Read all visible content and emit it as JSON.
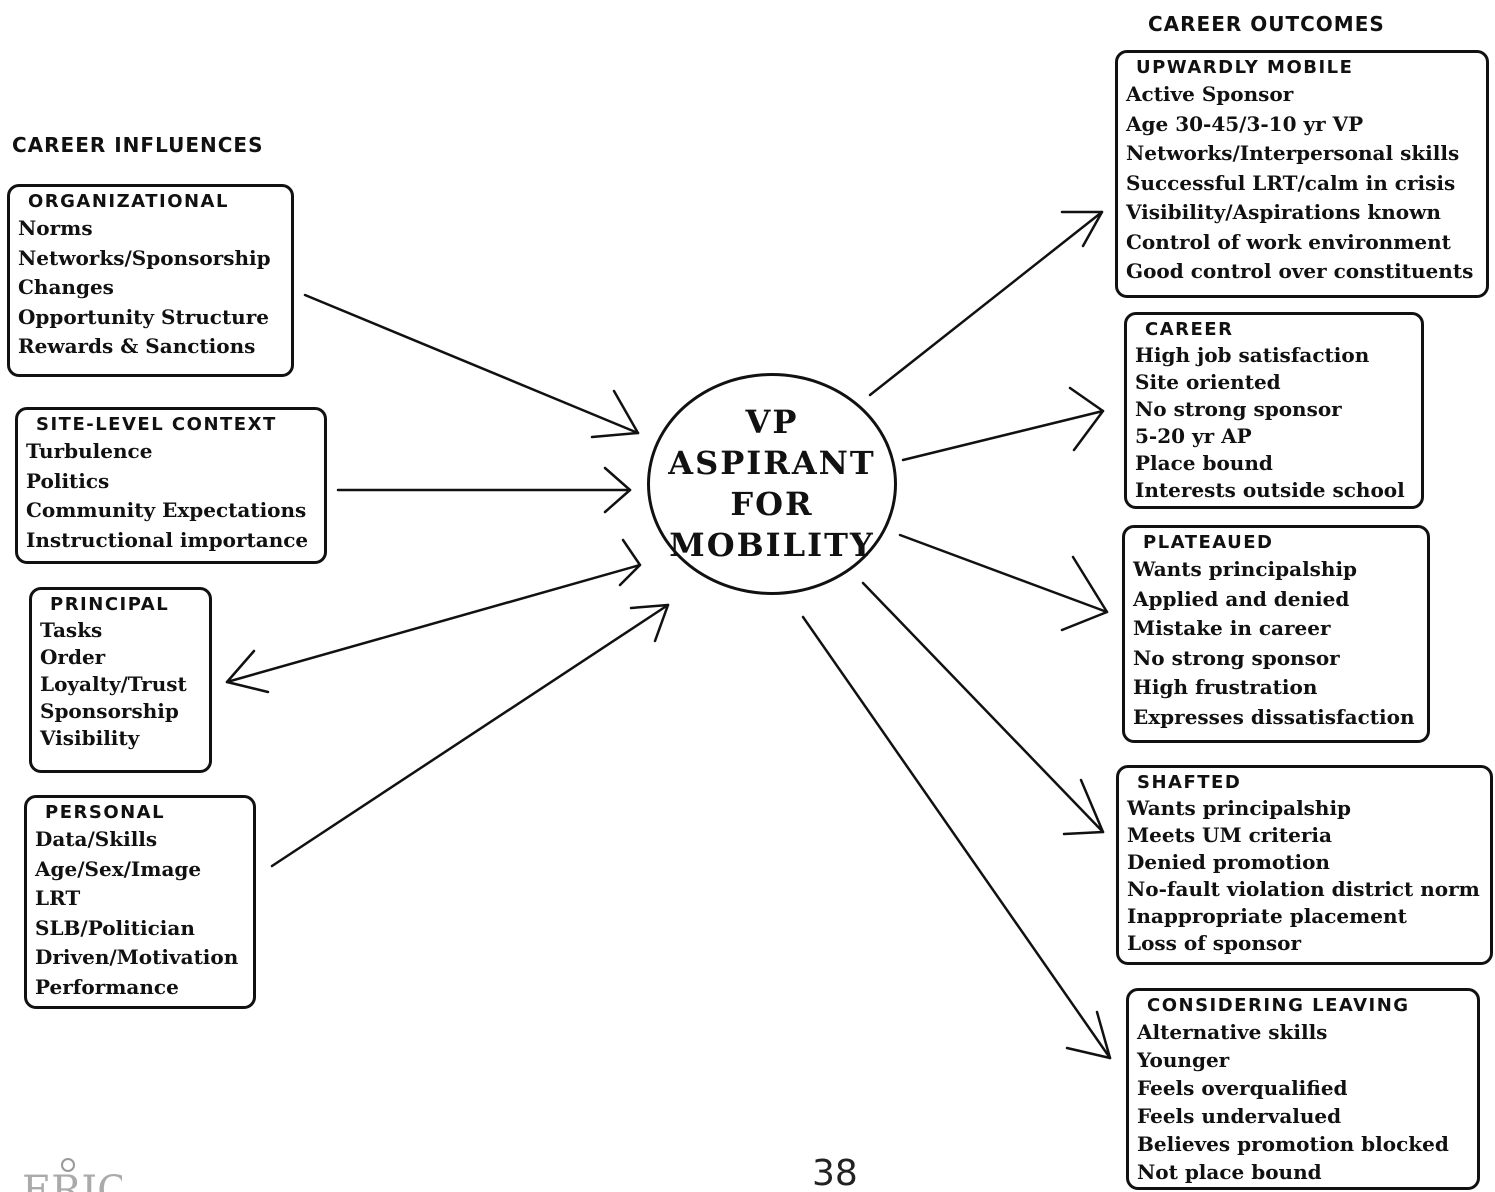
{
  "influences_title": "CAREER INFLUENCES",
  "outcomes_title": "CAREER OUTCOMES",
  "center": {
    "lines": [
      "VP",
      "ASPIRANT",
      "FOR",
      "MOBILITY"
    ]
  },
  "influences": [
    {
      "title": "ORGANIZATIONAL",
      "items": [
        "Norms",
        "Networks/Sponsorship",
        "Changes",
        "Opportunity Structure",
        "Rewards & Sanctions"
      ]
    },
    {
      "title": "SITE-LEVEL CONTEXT",
      "items": [
        "Turbulence",
        "Politics",
        "Community Expectations",
        "Instructional importance"
      ]
    },
    {
      "title": "PRINCIPAL",
      "items": [
        "Tasks",
        "Order",
        "Loyalty/Trust",
        "Sponsorship",
        "Visibility"
      ]
    },
    {
      "title": "PERSONAL",
      "items": [
        "Data/Skills",
        "Age/Sex/Image",
        "LRT",
        "SLB/Politician",
        "Driven/Motivation",
        "Performance"
      ]
    }
  ],
  "outcomes": [
    {
      "title": "UPWARDLY MOBILE",
      "items": [
        "Active Sponsor",
        "Age 30-45/3-10 yr VP",
        "Networks/Interpersonal skills",
        "Successful LRT/calm in crisis",
        "Visibility/Aspirations known",
        "Control of work environment",
        "Good control over constituents"
      ]
    },
    {
      "title": "CAREER",
      "items": [
        "High job satisfaction",
        "Site oriented",
        "No strong sponsor",
        "5-20 yr AP",
        "Place bound",
        "Interests outside school"
      ]
    },
    {
      "title": "PLATEAUED",
      "items": [
        "Wants principalship",
        "Applied and denied",
        "Mistake in career",
        "No strong sponsor",
        "High frustration",
        "Expresses dissatisfaction"
      ]
    },
    {
      "title": "SHAFTED",
      "items": [
        "Wants principalship",
        "Meets UM criteria",
        "Denied promotion",
        "No-fault violation district norm",
        "Inappropriate placement",
        "Loss of sponsor"
      ]
    },
    {
      "title": "CONSIDERING LEAVING",
      "items": [
        "Alternative skills",
        "Younger",
        "Feels overqualified",
        "Feels undervalued",
        "Believes promotion blocked",
        "Not place bound"
      ]
    }
  ],
  "page_number": "38",
  "logo_text": "ERIC"
}
